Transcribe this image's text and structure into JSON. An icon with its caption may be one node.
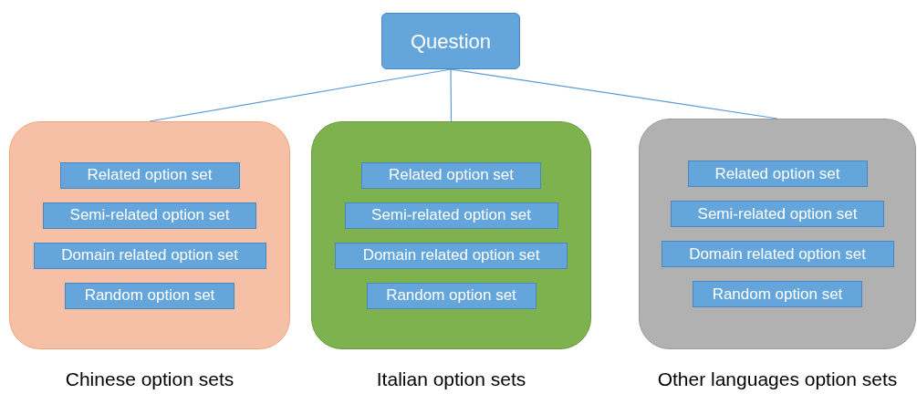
{
  "diagram": {
    "nodes": [
      {
        "text": [
          "Question"
        ]
      },
      {
        "text": [
          "Chinese option sets"
        ]
      },
      {
        "text": [
          "Related option set"
        ],
        "in": 1
      },
      {
        "text": [
          "Semi-related option set"
        ],
        "in": 1
      },
      {
        "text": [
          "Domain related option set"
        ],
        "in": 1
      },
      {
        "text": [
          "Random option set"
        ],
        "in": 1
      },
      {
        "text": [
          "Italian option sets"
        ]
      },
      {
        "text": [
          "Related option set"
        ],
        "in": 6
      },
      {
        "text": [
          "Semi-related option set"
        ],
        "in": 6
      },
      {
        "text": [
          "Domain related option set"
        ],
        "in": 6
      },
      {
        "text": [
          "Random option set"
        ],
        "in": 6
      },
      {
        "text": [
          "Other languages option sets"
        ]
      },
      {
        "text": [
          "Related option set"
        ],
        "in": 11
      },
      {
        "text": [
          "Semi-related option set"
        ],
        "in": 11
      },
      {
        "text": [
          "Domain related option set"
        ],
        "in": 11
      },
      {
        "text": [
          "Random option set"
        ],
        "in": 11
      }
    ],
    "edges": [
      {
        "from": 0,
        "to": 1,
        "arrow": "none"
      },
      {
        "from": 0,
        "to": 6,
        "arrow": "none"
      },
      {
        "from": 0,
        "to": 11,
        "arrow": "none"
      }
    ]
  }
}
